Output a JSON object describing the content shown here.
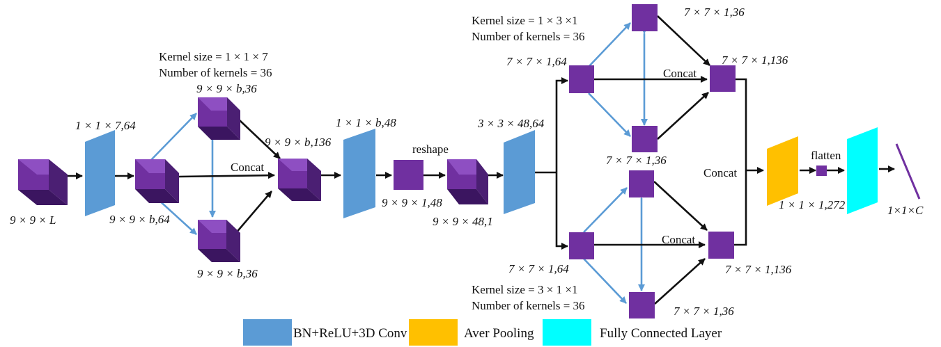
{
  "colors": {
    "conv": "#5B9BD5",
    "pool": "#FFC000",
    "fc": "#00FFFF",
    "node_front": "#7030A0",
    "node_top": "#8E4FC2",
    "node_side": "#4B1F73",
    "arrow_black": "#111111",
    "arrow_blue": "#5B9BD5",
    "output_line": "#7030A0"
  },
  "labels": {
    "input": "9 × 9 × L",
    "conv1_out": "1 × 1 ×  7,64",
    "spec1_center": "9 × 9 × b,64",
    "spec_kernel_size": "Kernel size = 1 × 1 ×  7",
    "spec_num_kernels": "Number of kernels = 36",
    "spec_top": "9 × 9 × b,36",
    "spec_bottom": "9 × 9 × b,36",
    "spec_concat_out": "9 × 9 × b,136",
    "concat": "Concat",
    "conv2_out": "1 × 1 × b,48",
    "reshape": "reshape",
    "reshape_in": "9 × 9 × 1,48",
    "reshape_out": "9 × 9 × 48,1",
    "conv3_out": "3 × 3 × 48,64",
    "sp_top_kernel_size": "Kernel size = 1 × 3 ×1",
    "sp_top_num_kernels": "Number of kernels = 36",
    "sp_top_in": "7 × 7 × 1,64",
    "sp_top_up": "7 × 7 × 1,36",
    "sp_top_down": "7 × 7 × 1,36",
    "sp_top_out": "7 × 7 × 1,136",
    "sp_bot_in": "7 × 7 × 1,64",
    "sp_bot_kernel_size": "Kernel size = 3 × 1 ×1",
    "sp_bot_num_kernels": "Number of kernels = 36",
    "sp_bot_down": "7 × 7 × 1,36",
    "sp_bot_out": "7 × 7 × 1,136",
    "concat_final": "Concat",
    "pool_out": "1 × 1 × 1,272",
    "flatten": "flatten",
    "output": "1×1×C"
  },
  "legend": {
    "conv": "BN+ReLU+3D Conv",
    "pool": "Aver Pooling",
    "fc": "Fully Connected Layer"
  }
}
